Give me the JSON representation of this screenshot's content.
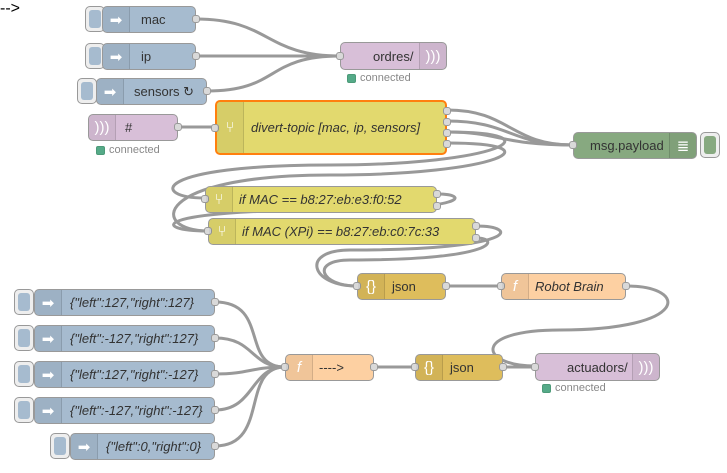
{
  "colors": {
    "inject": "#a6bbcf",
    "mqtt": "#d8bfd8",
    "switch": "#e2d96e",
    "function": "#fdd0a2",
    "json": "#debd5c",
    "debug": "#87a980",
    "wire": "#999999",
    "selection": "#ff7f0e",
    "status_connected": "#55aa88"
  },
  "nodes": {
    "inject_mac": {
      "label": "mac",
      "icon": "inject-arrow-icon"
    },
    "inject_ip": {
      "label": "ip",
      "icon": "inject-arrow-icon"
    },
    "inject_sensors": {
      "label": "sensors ↻",
      "icon": "inject-arrow-icon"
    },
    "mqtt_out_ordres": {
      "label": "ordres/",
      "icon": "radio-waves-icon",
      "status": "connected"
    },
    "mqtt_in_hash": {
      "label": "#",
      "icon": "radio-waves-icon",
      "status": "connected"
    },
    "switch_divert": {
      "label": "divert-topic [mac, ip, sensors]",
      "icon": "switch-fork-icon"
    },
    "debug_payload": {
      "label": "msg.payload",
      "icon": "debug-list-icon"
    },
    "switch_mac1": {
      "label": "if MAC == b8:27:eb:e3:f0:52",
      "icon": "switch-fork-icon"
    },
    "switch_mac2": {
      "label": "if MAC (XPi) == b8:27:eb:c0:7c:33",
      "icon": "switch-fork-icon"
    },
    "json_1": {
      "label": "json",
      "icon": "json-braces-icon"
    },
    "func_robot": {
      "label": "Robot Brain",
      "icon": "function-f-icon"
    },
    "inject_cmd1": {
      "label": "{\"left\":127,\"right\":127}",
      "icon": "inject-arrow-icon"
    },
    "inject_cmd2": {
      "label": "{\"left\":-127,\"right\":127}",
      "icon": "inject-arrow-icon"
    },
    "inject_cmd3": {
      "label": "{\"left\":127,\"right\":-127}",
      "icon": "inject-arrow-icon"
    },
    "inject_cmd4": {
      "label": "{\"left\":-127,\"right\":-127}",
      "icon": "inject-arrow-icon"
    },
    "inject_cmd5": {
      "label": "{\"left\":0,\"right\":0}",
      "icon": "inject-arrow-icon"
    },
    "func_arrow": {
      "label": "---->",
      "icon": "function-f-icon"
    },
    "json_2": {
      "label": "json",
      "icon": "json-braces-icon"
    },
    "mqtt_out_actuadors": {
      "label": "actuadors/",
      "icon": "radio-waves-icon",
      "status": "connected"
    }
  }
}
